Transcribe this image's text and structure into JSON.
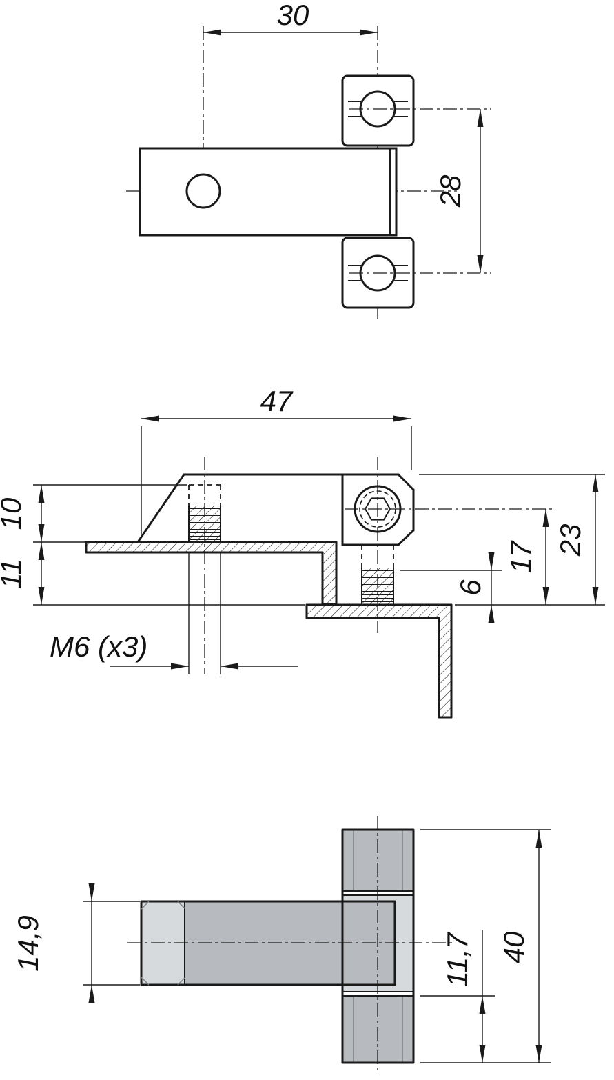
{
  "drawing": {
    "kind": "hinge technical drawing, three orthographic views",
    "colors": {
      "line": "#1a1a1a",
      "fill_dark": "#b7bbbf",
      "fill_light": "#d7dadd",
      "background": "#ffffff"
    },
    "views": {
      "top": {
        "dim_width": "30",
        "dim_height": "28"
      },
      "front": {
        "dim_length": "47",
        "dim_stud_height": "10",
        "dim_offset": "11",
        "dim_total_height": "23",
        "dim_pin_height": "17",
        "dim_gap": "6",
        "thread_label": "M6 (x3)"
      },
      "bottom": {
        "dim_arm_width": "14,9",
        "dim_block_width": "11,7",
        "dim_total_width": "40"
      }
    }
  }
}
